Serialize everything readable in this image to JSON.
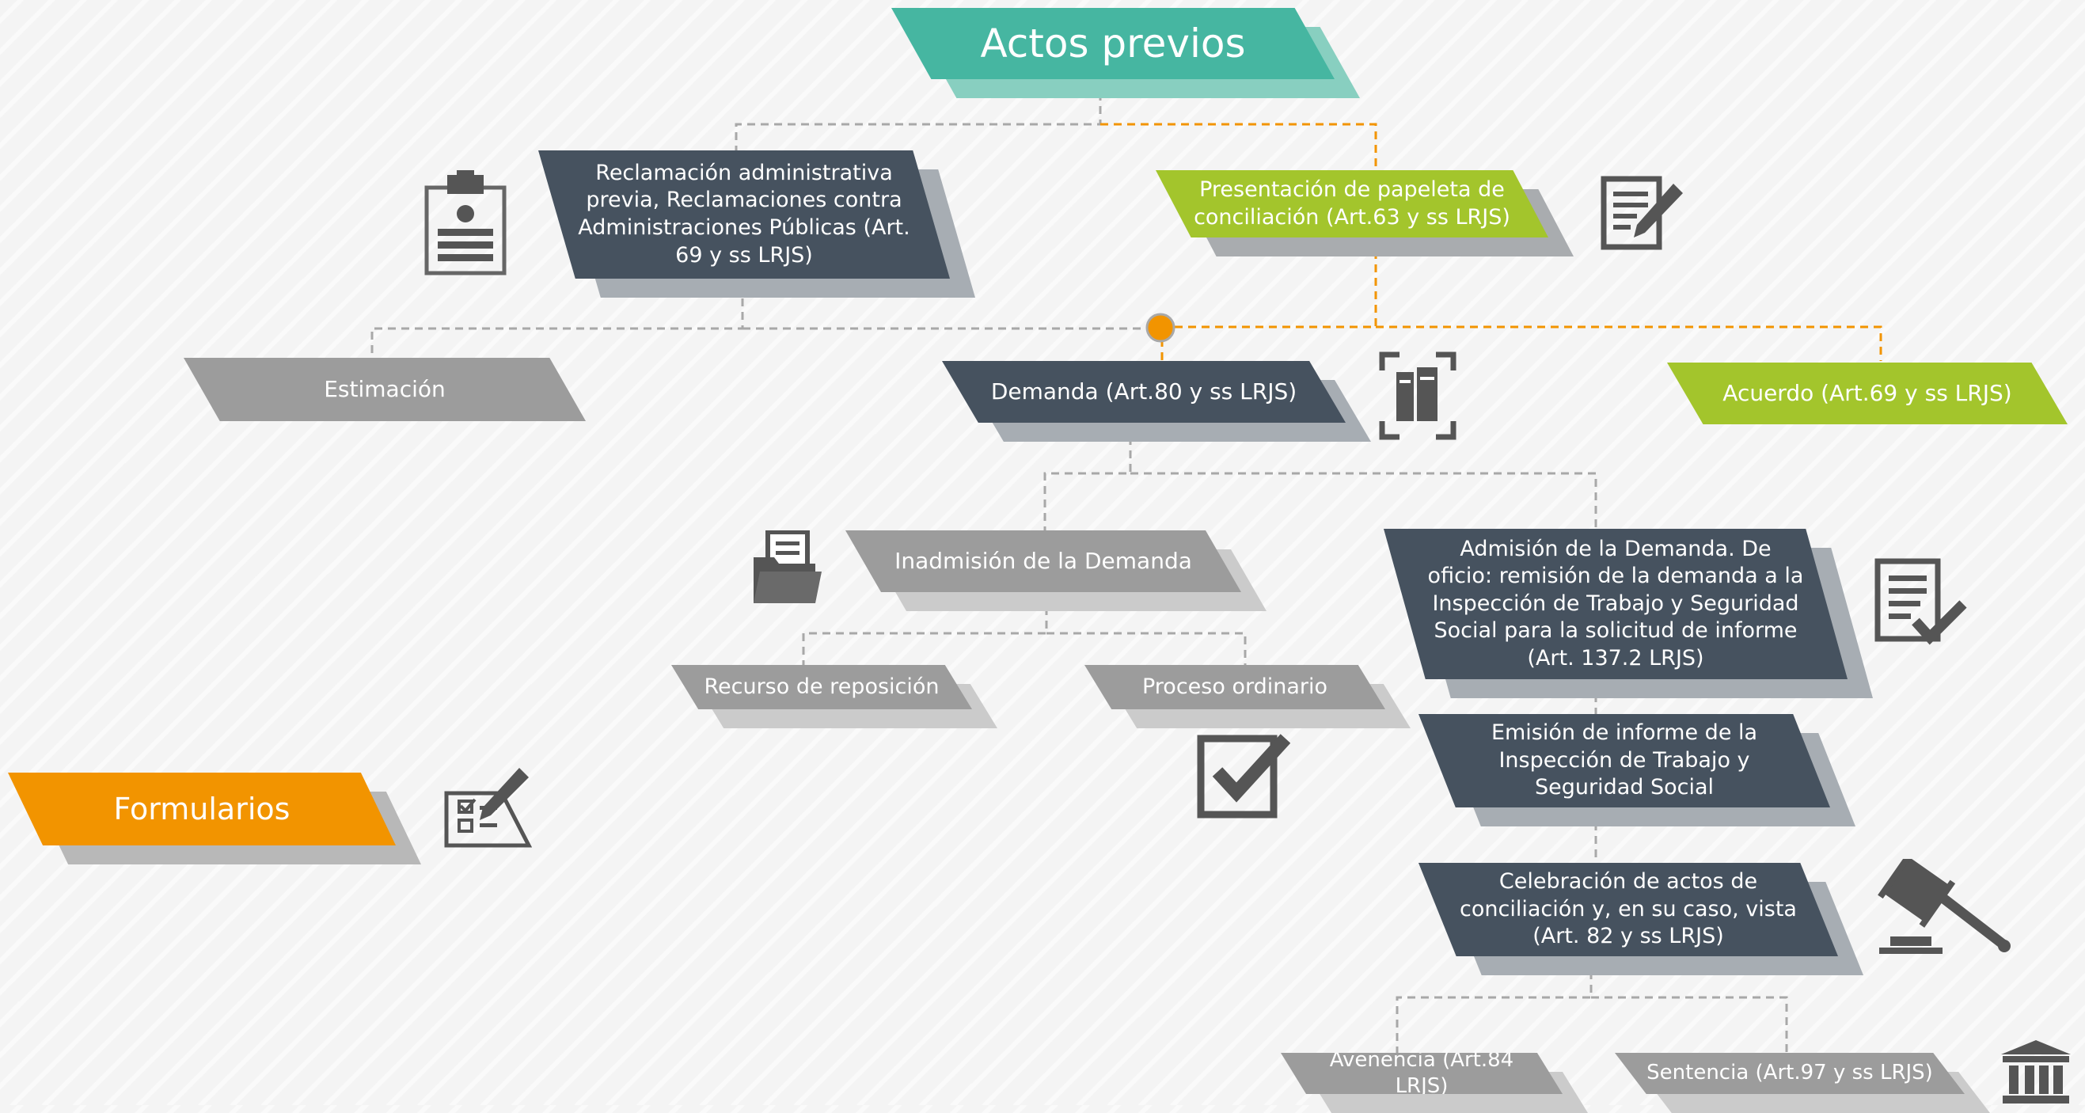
{
  "nodes": {
    "actos_previos": "Actos previos",
    "reclamacion": "Reclamación administrativa previa, Reclamaciones contra Administraciones Públicas (Art. 69 y ss LRJS)",
    "papeleta": "Presentación de papeleta de conciliación (Art.63 y ss LRJS)",
    "estimacion": "Estimación",
    "demanda": "Demanda (Art.80 y ss LRJS)",
    "acuerdo": "Acuerdo (Art.69 y ss LRJS)",
    "inadmision": "Inadmisión de la Demanda",
    "admision": "Admisión de la Demanda. De oficio: remisión de la demanda a la Inspección de Trabajo y Seguridad Social para la solicitud de informe (Art. 137.2 LRJS)",
    "recurso": "Recurso de reposición",
    "proceso": "Proceso ordinario",
    "emision": "Emisión de informe de la Inspección de Trabajo y Seguridad Social",
    "formularios": "Formularios",
    "celebracion": "Celebración de actos de conciliación y, en su caso, vista (Art. 82 y ss LRJS)",
    "avenencia": "Avenencia (Art.84 LRJS)",
    "sentencia": "Sentencia (Art.97 y ss LRJS)"
  },
  "icons": {
    "clipboard": "clipboard-id-icon",
    "edit_document": "edit-document-icon",
    "books": "law-books-icon",
    "folder": "folder-document-icon",
    "checked_document": "checked-document-icon",
    "checkbox": "checkbox-checked-icon",
    "form": "form-checklist-pencil-icon",
    "gavel": "gavel-icon",
    "courthouse": "courthouse-icon"
  },
  "colors": {
    "teal": "#46b6a1",
    "dark": "#46525f",
    "gray": "#9c9c9c",
    "green": "#a3c52c",
    "orange": "#f29400",
    "connector_gray": "#a8a8a8",
    "connector_orange": "#f29400"
  }
}
